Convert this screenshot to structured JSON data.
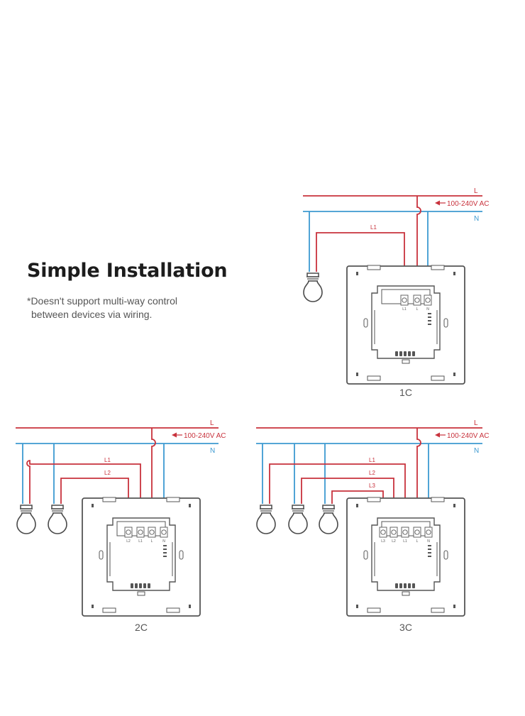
{
  "title": "Simple Installation",
  "note": {
    "line1": "*Doesn't support multi-way control",
    "line2": "between devices via wiring."
  },
  "labels": {
    "live": "L",
    "neutral": "N",
    "voltage": "100-240V AC",
    "l1": "L1",
    "l2": "L2",
    "l3": "L3",
    "terminal_l": "L",
    "terminal_n": "N"
  },
  "diagrams": {
    "one": {
      "caption": "1C"
    },
    "two": {
      "caption": "2C"
    },
    "three": {
      "caption": "3C"
    }
  },
  "colors": {
    "live": "#c8323c",
    "neutral": "#3d9ad1",
    "outline": "#555555",
    "bulb": "#4a4a4a"
  }
}
